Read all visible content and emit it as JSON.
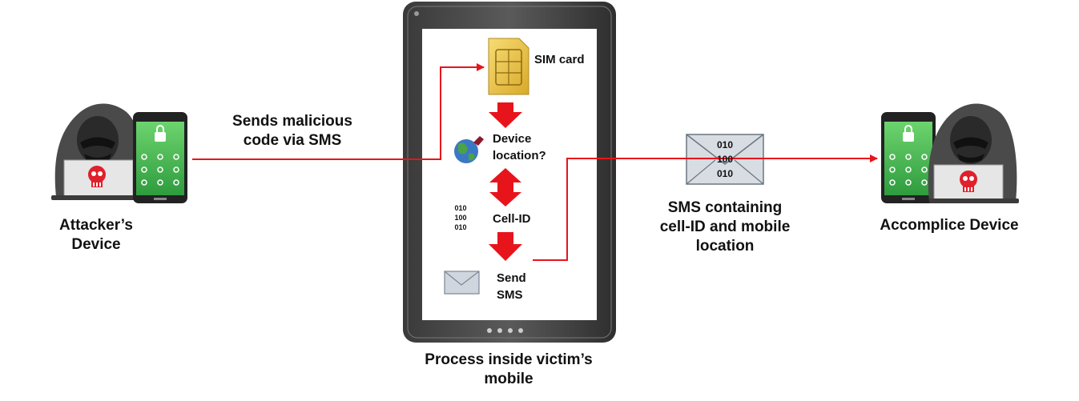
{
  "attacker": {
    "label_lines": [
      "Attacker’s",
      "Device"
    ]
  },
  "accomplice": {
    "label_lines": [
      "Accomplice Device"
    ]
  },
  "victim": {
    "label_lines": [
      "Process inside victim’s",
      "mobile"
    ]
  },
  "send_label_lines": [
    "Sends malicious",
    "code via SMS"
  ],
  "sms_label_lines": [
    "SMS containing",
    "cell-ID and mobile",
    "location"
  ],
  "steps": {
    "sim": "SIM card",
    "location_lines": [
      "Device",
      "location?"
    ],
    "cellid": "Cell-ID",
    "send_lines": [
      "Send",
      "SMS"
    ]
  },
  "binary": [
    "010",
    "100",
    "010"
  ],
  "colors": {
    "arrow": "#e8141c",
    "phone_green": "#3fb34f",
    "screen_bg": "#ffffff"
  },
  "icons": [
    "hacker-icon",
    "smartphone-icon",
    "skull-icon",
    "sim-card-icon",
    "globe-icon",
    "envelope-icon"
  ]
}
